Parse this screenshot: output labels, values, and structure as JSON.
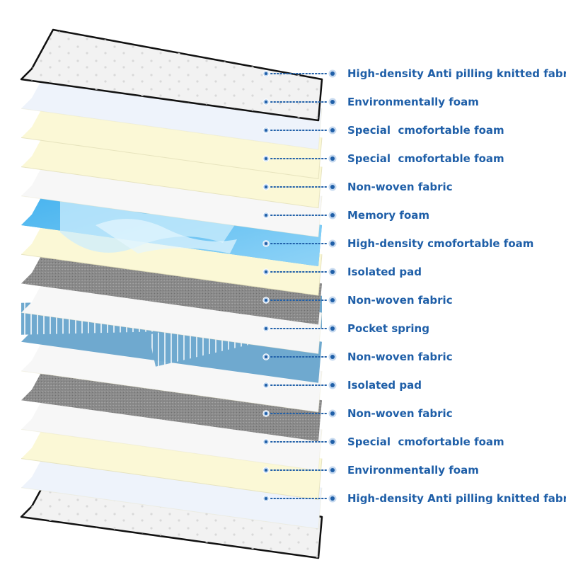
{
  "colors": {
    "label": "#1f5fa8",
    "connector": "#1f5fa8",
    "knitted_fabric": "#f2f2f2",
    "knitted_border": "#111111",
    "environmental_foam": "#eef3fb",
    "comfort_foam": "#fbf8d6",
    "non_woven": "#f7f7f7",
    "memory_foam": "#4fb8ef",
    "isolated_pad": "#8d8d8d",
    "pocket_spring": "#6fa9cf"
  },
  "layers": [
    {
      "label": "High-density Anti pilling knitted fabric",
      "material": "knitted_fabric"
    },
    {
      "label": "Environmentally foam",
      "material": "environmental_foam"
    },
    {
      "label": "Special  cmofortable foam",
      "material": "comfort_foam"
    },
    {
      "label": "Special  cmofortable foam",
      "material": "comfort_foam"
    },
    {
      "label": "Non-woven fabric",
      "material": "non_woven"
    },
    {
      "label": "Memory foam",
      "material": "memory_foam"
    },
    {
      "label": "High-density cmofortable foam",
      "material": "comfort_foam"
    },
    {
      "label": "Isolated pad",
      "material": "isolated_pad"
    },
    {
      "label": "Non-woven fabric",
      "material": "non_woven"
    },
    {
      "label": "Pocket spring",
      "material": "pocket_spring"
    },
    {
      "label": "Non-woven fabric",
      "material": "non_woven"
    },
    {
      "label": "Isolated pad",
      "material": "isolated_pad"
    },
    {
      "label": "Non-woven fabric",
      "material": "non_woven"
    },
    {
      "label": "Special  cmofortable foam",
      "material": "comfort_foam"
    },
    {
      "label": "Environmentally foam",
      "material": "environmental_foam"
    },
    {
      "label": "High-density Anti pilling knitted fabric",
      "material": "knitted_fabric"
    }
  ]
}
